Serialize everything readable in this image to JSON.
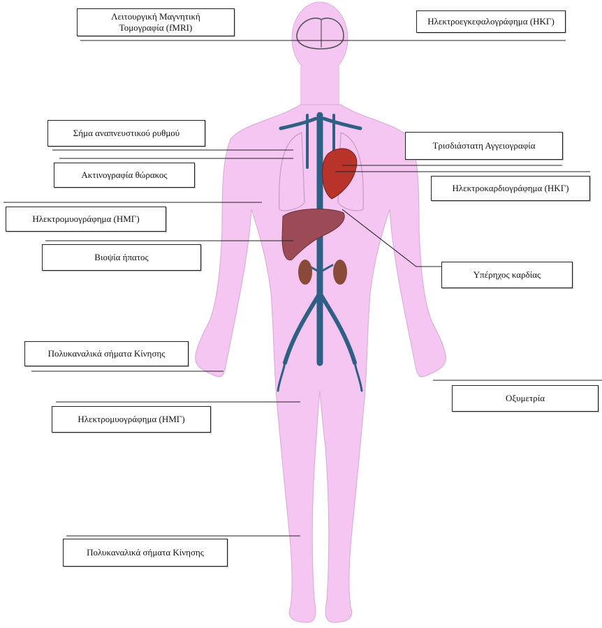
{
  "labels": {
    "fmri_line1": "Λειτουργική Μαγνητική",
    "fmri_line2": "Τομογραφία (fMRI)",
    "eeg": "Ηλεκτροεγκεφαλογράφημα (ΗΚΓ)",
    "respiratory": "Σήμα αναπνευστικού ρυθμού",
    "angiography": "Τρισδιάστατη Αγγειογραφία",
    "chest_xray": "Ακτινογραφία θώρακος",
    "ecg": "Ηλεκτροκαρδιογράφημα (ΗΚΓ)",
    "emg_upper": "Ηλεκτρομυογράφημα (ΗΜΓ)",
    "liver_biopsy": "Βιοψία ήπατος",
    "echo": "Υπέρηχος καρδίας",
    "motion_upper": "Πολυκαναλικά σήματα Κίνησης",
    "oximetry": "Οξυμετρία",
    "emg_lower": "Ηλεκτρομυογράφημα (ΗΜΓ)",
    "motion_lower": "Πολυκαναλικά σήματα Κίνησης"
  },
  "colors": {
    "body": "#f4c6f1",
    "body_outline": "#d9a8d6",
    "vessels": "#2f5f85",
    "heart": "#b8332a",
    "liver": "#9c4a55",
    "kidney": "#8a4a3a",
    "lines": "#222222"
  }
}
